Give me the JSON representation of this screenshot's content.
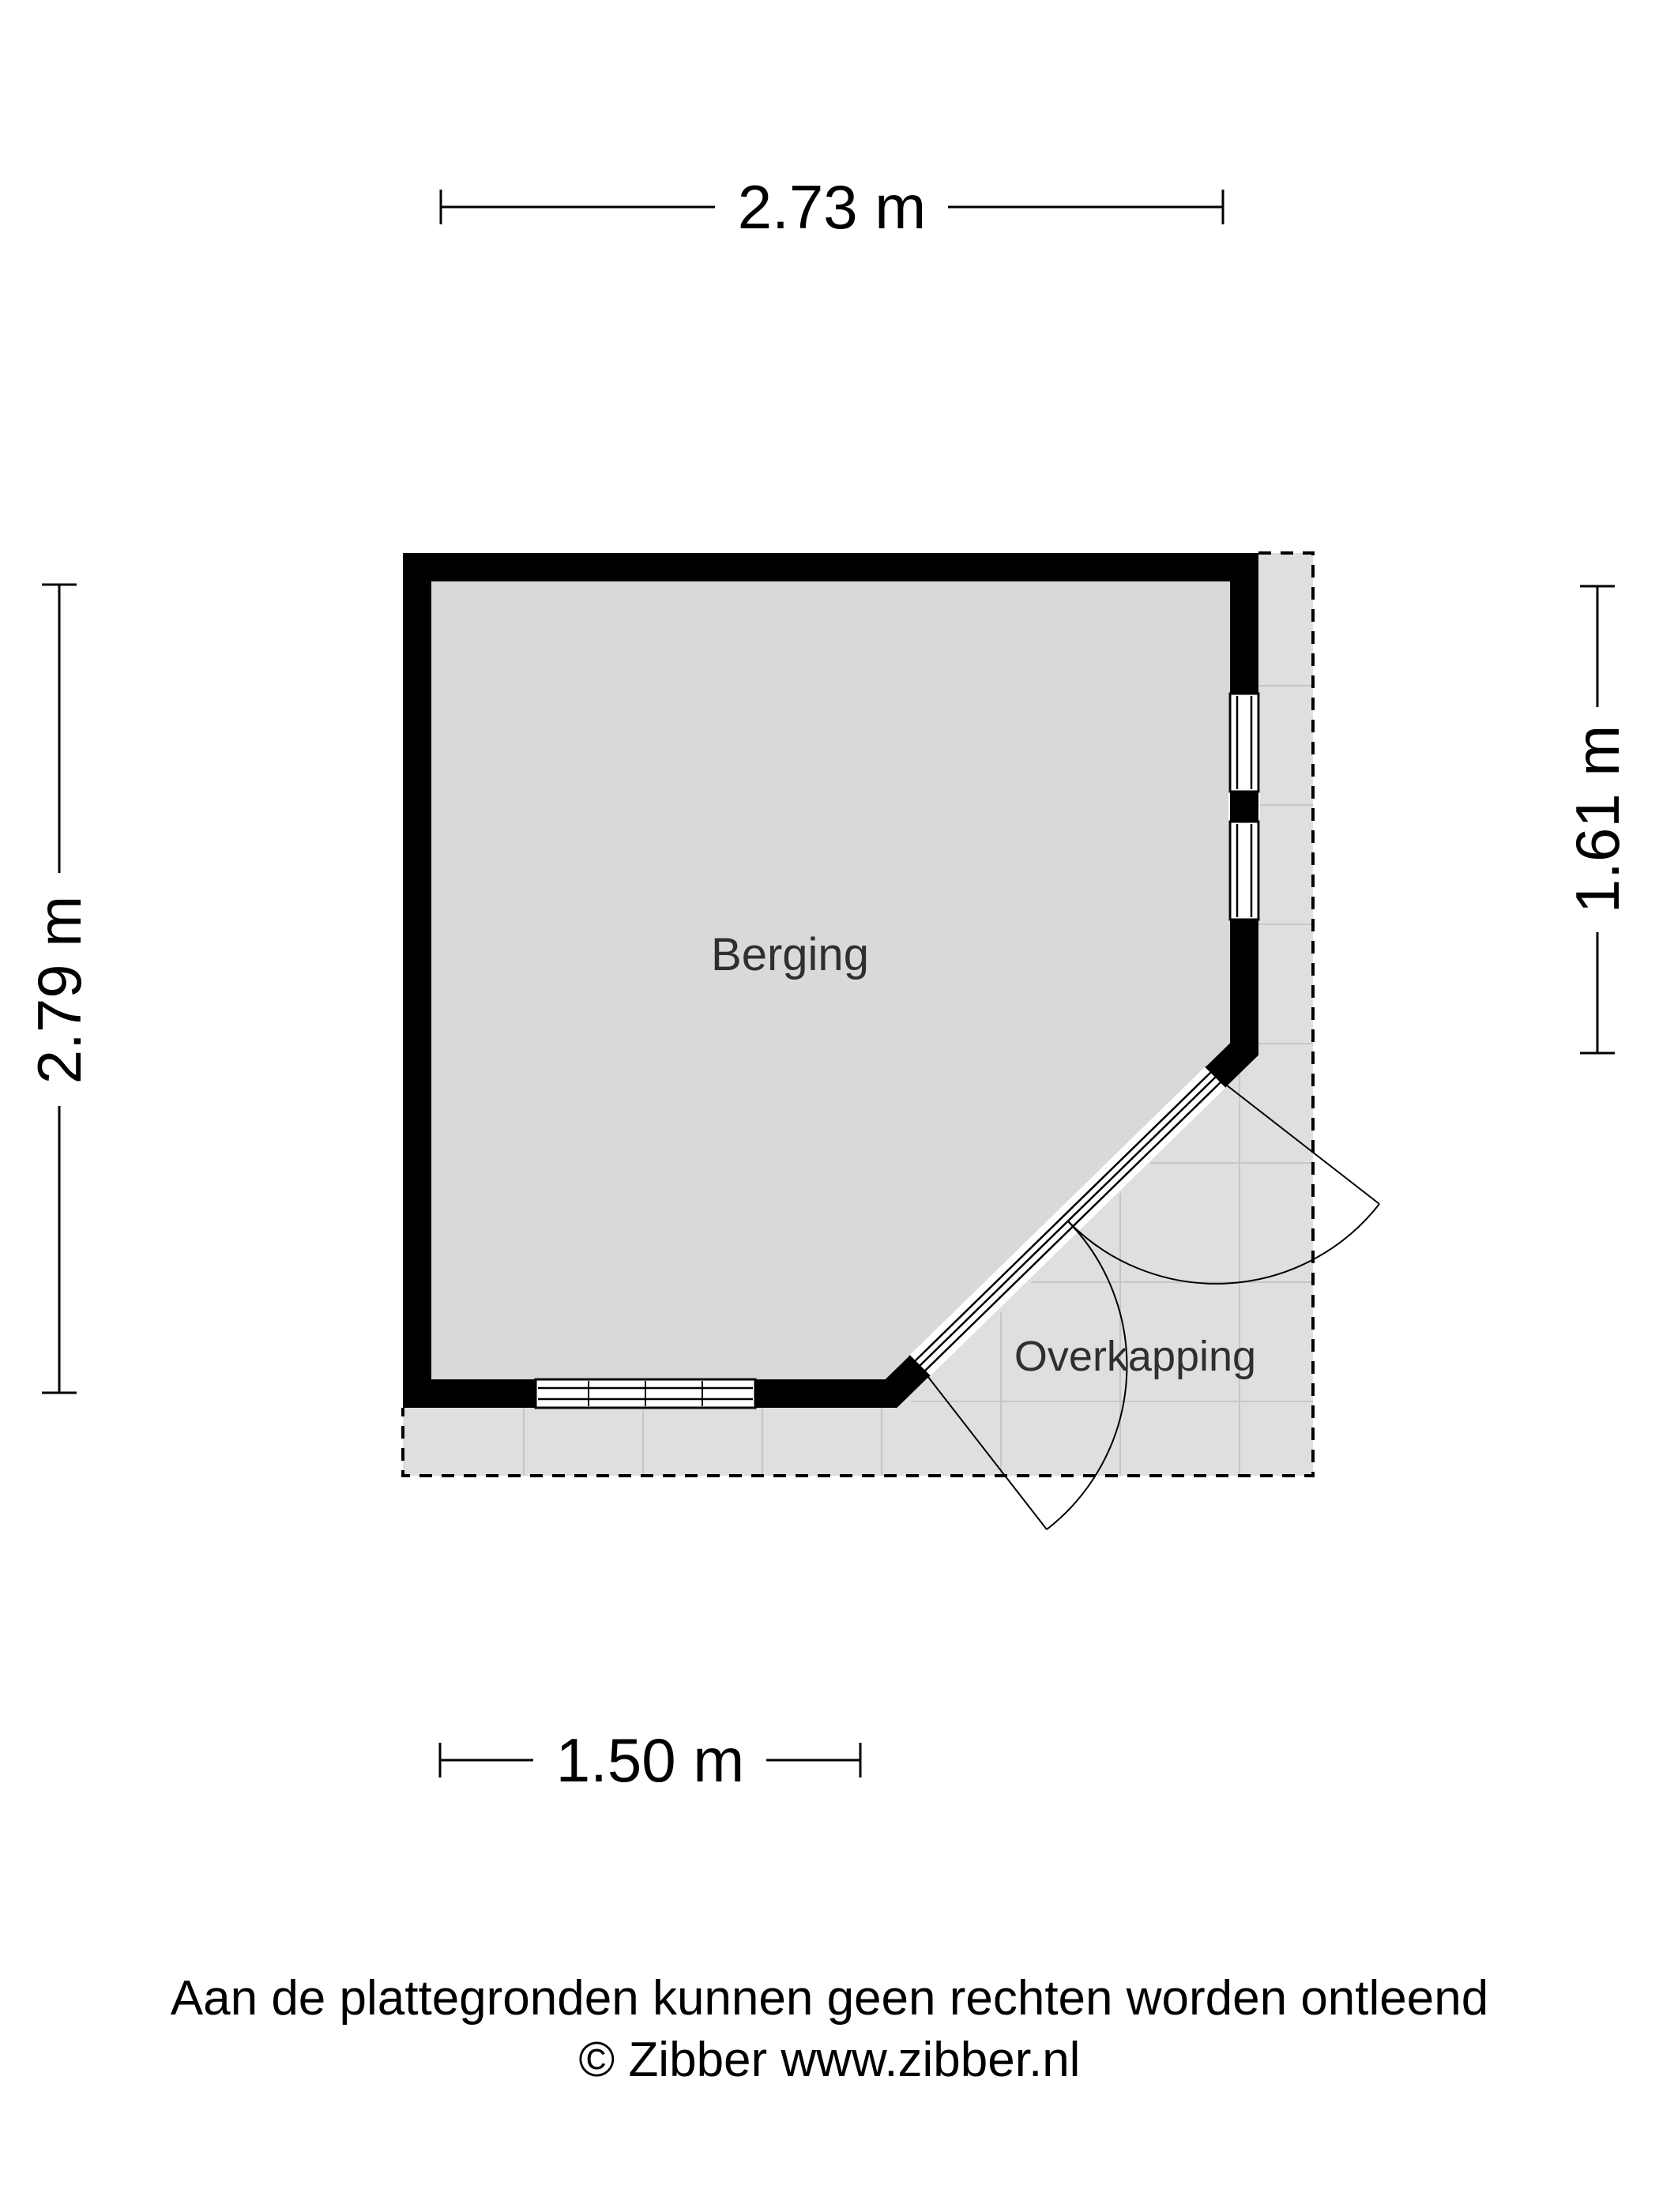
{
  "plan": {
    "room_label": "Berging",
    "overkapping_label": "Overkapping",
    "dimensions": {
      "top": "2.73 m",
      "left": "2.79 m",
      "right": "1.61 m",
      "bottom": "1.50 m"
    },
    "colors": {
      "wall": "#000000",
      "room_fill": "#d9d9d9",
      "overkapping_fill": "#dfdfdf",
      "dashed_outline": "#000000",
      "background": "#ffffff"
    }
  },
  "footer": {
    "disclaimer": "Aan de plattegronden kunnen geen rechten worden ontleend",
    "copyright": "© Zibber www.zibber.nl"
  }
}
